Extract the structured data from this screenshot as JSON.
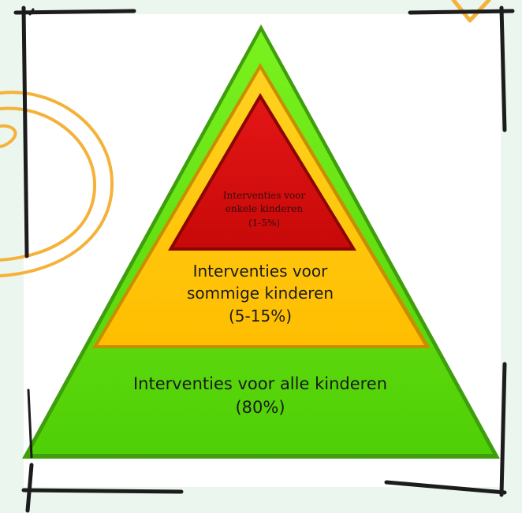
{
  "pyramid": {
    "tiers": [
      {
        "id": "top",
        "lines": [
          "Interventies voor",
          "enkele kinderen",
          "(1-5%)"
        ],
        "color": "#d40f0f"
      },
      {
        "id": "middle",
        "lines": [
          "Interventies voor",
          "sommige kinderen",
          "(5-15%)"
        ],
        "color": "#ffc400"
      },
      {
        "id": "bottom",
        "lines": [
          "Interventies voor alle kinderen",
          "(80%)"
        ],
        "color": "#5ee10a"
      }
    ]
  },
  "colors": {
    "background": "#eaf6ee",
    "frame": "#1c1c1c",
    "doodle": "#f5b23a",
    "pyramid_green": "#5ee10a",
    "pyramid_green_dark": "#3f9e0b",
    "pyramid_yellow": "#ffc400",
    "pyramid_yellow_dark": "#c98e00",
    "pyramid_red": "#d40f0f",
    "pyramid_red_dark": "#8c0505"
  }
}
